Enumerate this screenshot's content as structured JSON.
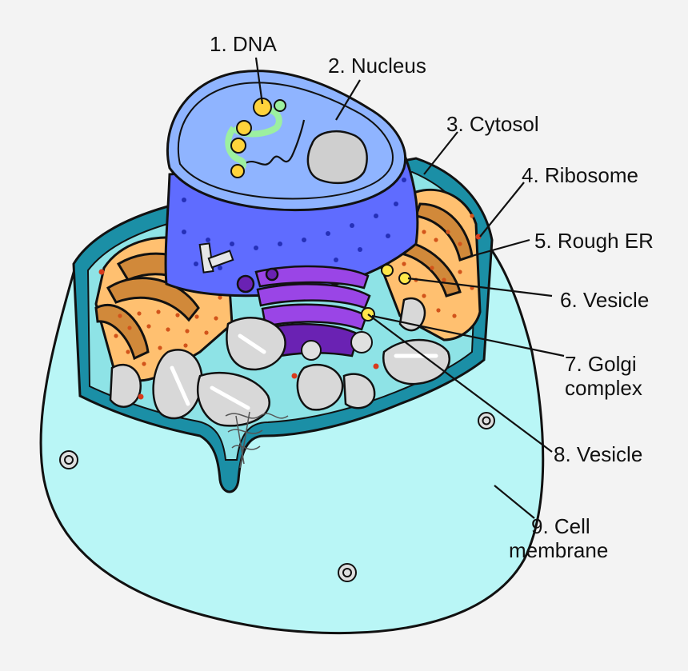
{
  "labels": {
    "dna": "1. DNA",
    "nucleus": "2. Nucleus",
    "cytosol": "3. Cytosol",
    "ribosome": "4. Ribosome",
    "rough_er": "5. Rough ER",
    "vesicle_1": "6. Vesicle",
    "golgi_line1": "7. Golgi",
    "golgi_line2": "complex",
    "vesicle_2": "8. Vesicle",
    "membrane_line1": "9. Cell",
    "membrane_line2": "membrane"
  },
  "colors": {
    "background": "#f3f3f3",
    "outline": "#111111",
    "cell_membrane_fill": "#b9f6f6",
    "cytoplasm_fill": "#8ee3e6",
    "cytosol_rim": "#1b8fa6",
    "nucleus_body": "#5f6cff",
    "nucleus_top": "#8fb4ff",
    "nucleolus": "#cfcfcf",
    "dna_green": "#9cf0a0",
    "dna_yellow": "#ffd33b",
    "rough_er_fill": "#ffc070",
    "rough_er_dots": "#d2531a",
    "er_tubes": "#d1893a",
    "golgi": "#9a45e6",
    "golgi_dark": "#6a22b3",
    "mitochondria": "#d8d8d8",
    "vesicle": "#ffe84a",
    "ribosome": "#d83a1c"
  }
}
